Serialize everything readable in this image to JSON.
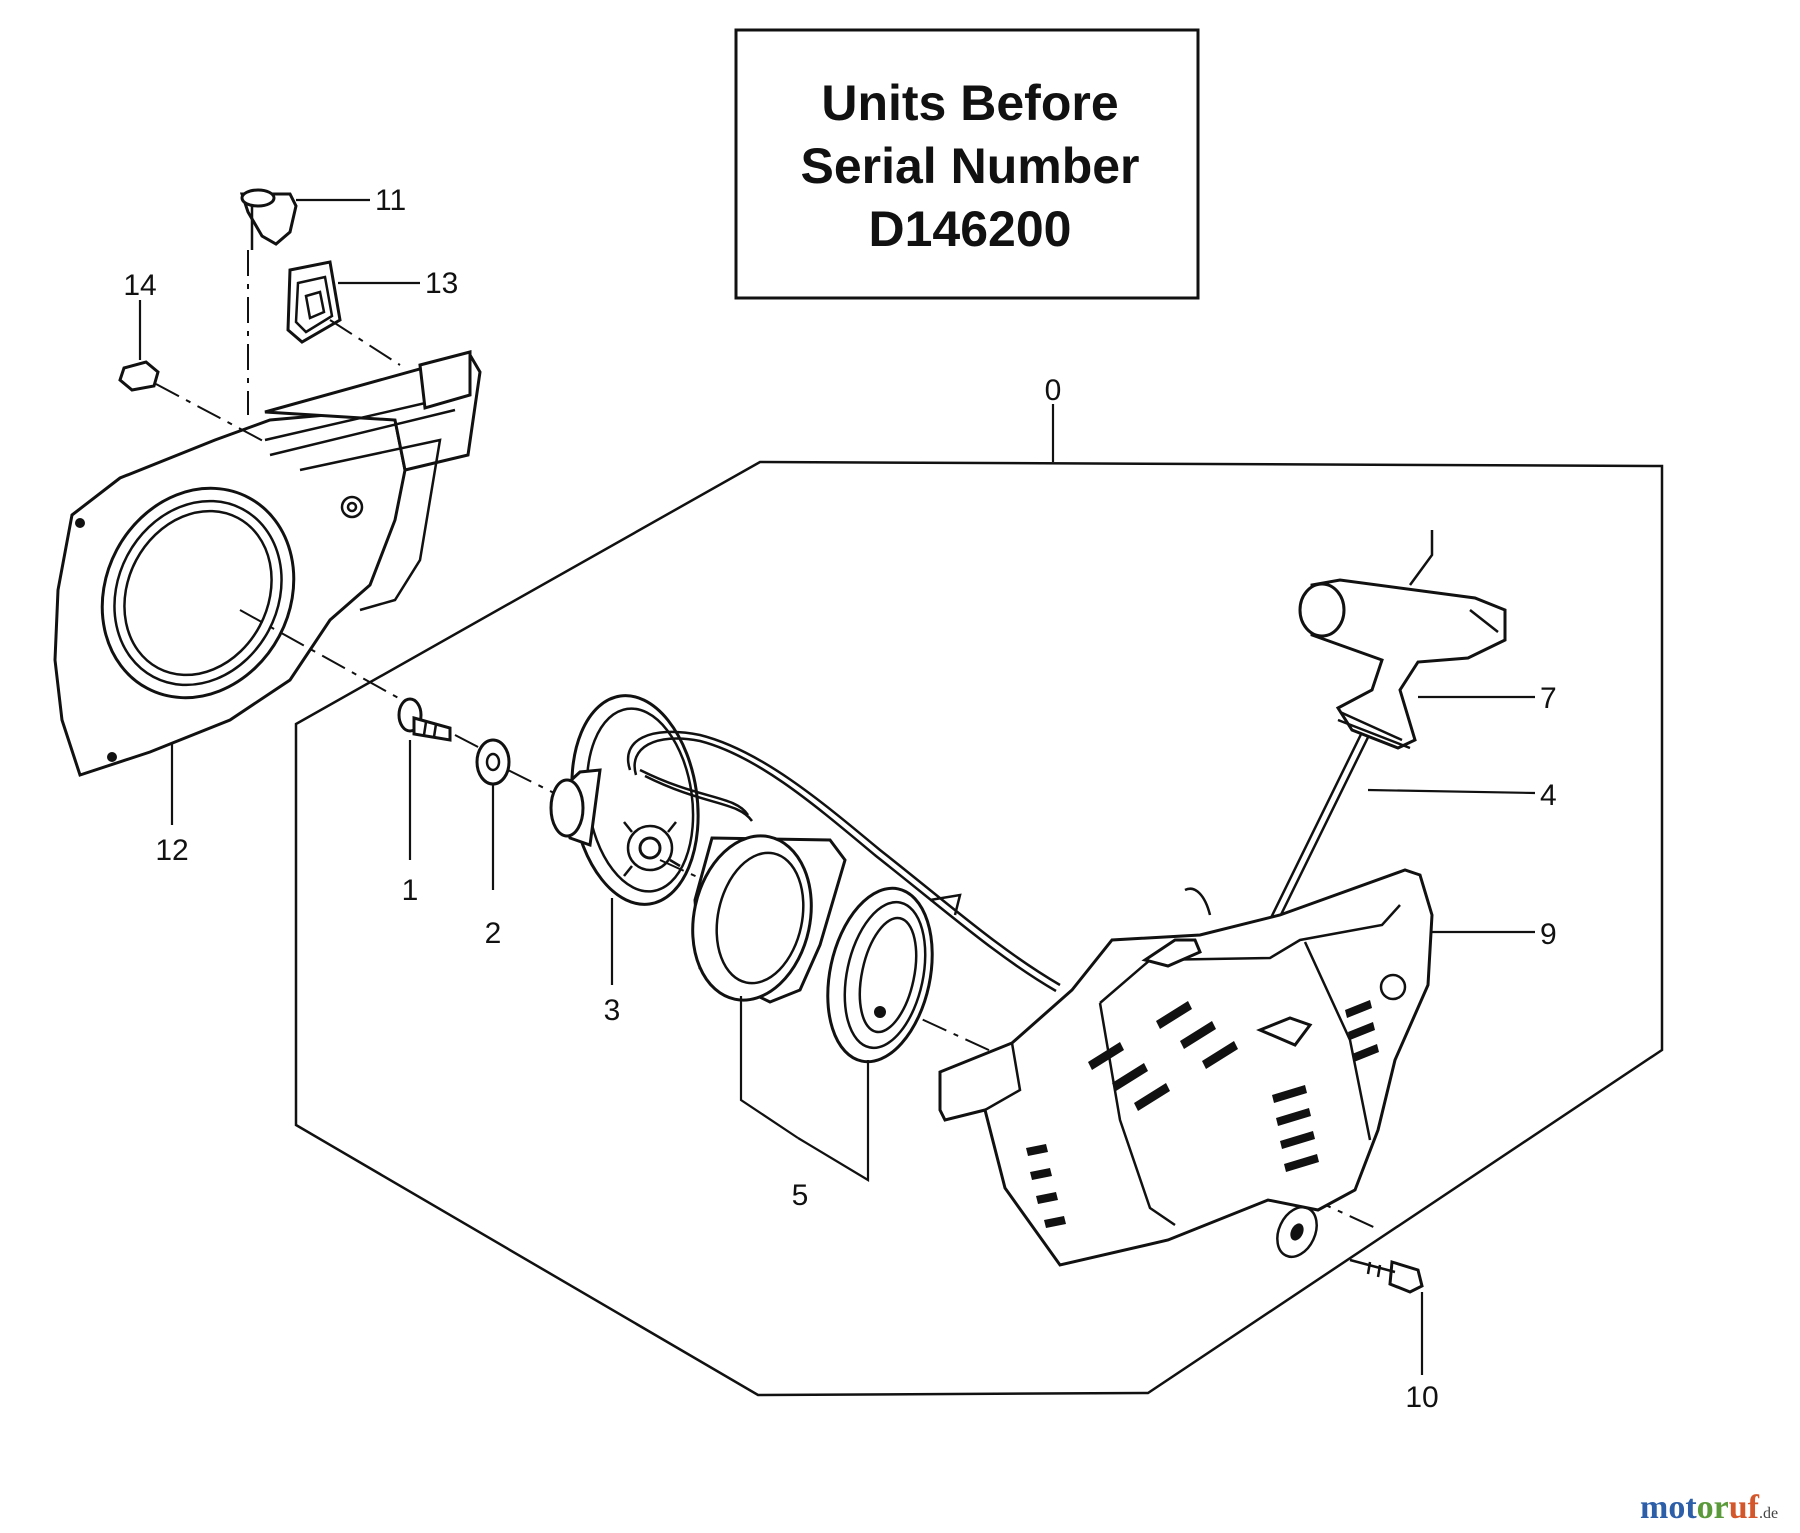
{
  "notice_box": {
    "lines": [
      "Units Before",
      "Serial Number",
      "D146200"
    ]
  },
  "callouts": {
    "c0": "0",
    "c1": "1",
    "c2": "2",
    "c3": "3",
    "c4": "4",
    "c5": "5",
    "c7": "7",
    "c9": "9",
    "c10": "10",
    "c11": "11",
    "c12": "12",
    "c13": "13",
    "c14": "14"
  },
  "watermark": {
    "part1": "mot",
    "part2": "or",
    "part3": "uf",
    "suffix": ".de"
  }
}
